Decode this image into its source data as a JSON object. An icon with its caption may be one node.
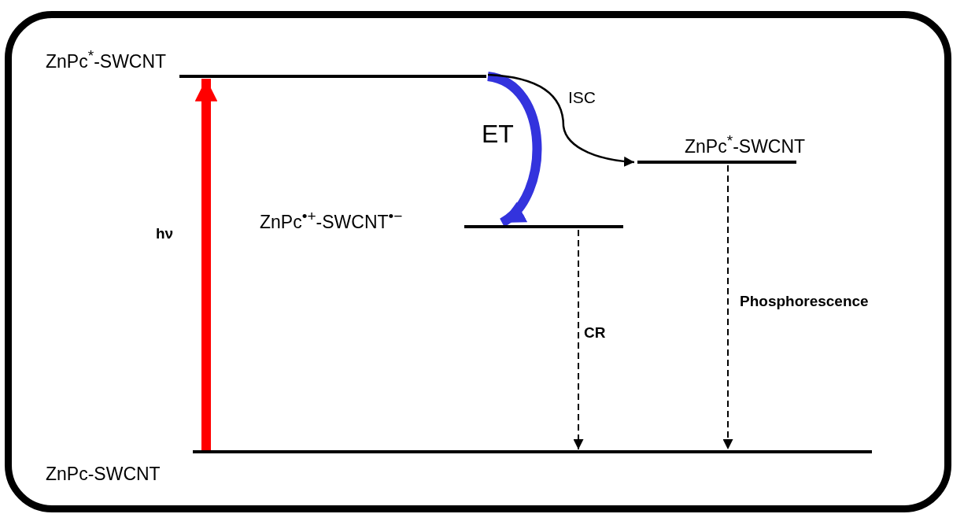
{
  "diagram": {
    "nodes": [
      {
        "text": [
          "ZnPc$^{*}$-SWCNT"
        ]
      },
      {
        "text": [
          "ZnPc$^{•+}$-SWCNT$^{•−}$"
        ]
      },
      {
        "text": [
          "ZnPc$^{*}$-SWCNT"
        ]
      },
      {
        "text": [
          "ZnPc-SWCNT"
        ]
      }
    ],
    "edges": [
      {
        "from": 3,
        "to": 0,
        "arrow": "to",
        "label": "hν",
        "style": "thick",
        "color": "#ff0000"
      },
      {
        "from": 0,
        "to": 1,
        "arrow": "to",
        "label": "ET",
        "style": "thick",
        "color": "#3333dd"
      },
      {
        "from": 0,
        "to": 2,
        "arrow": "to",
        "label": "ISC"
      },
      {
        "from": 1,
        "to": 3,
        "arrow": "to",
        "label": "CR",
        "style": "dashed"
      },
      {
        "from": 2,
        "to": 3,
        "arrow": "to",
        "label": "Phosphorescence",
        "style": "dashed"
      }
    ]
  }
}
